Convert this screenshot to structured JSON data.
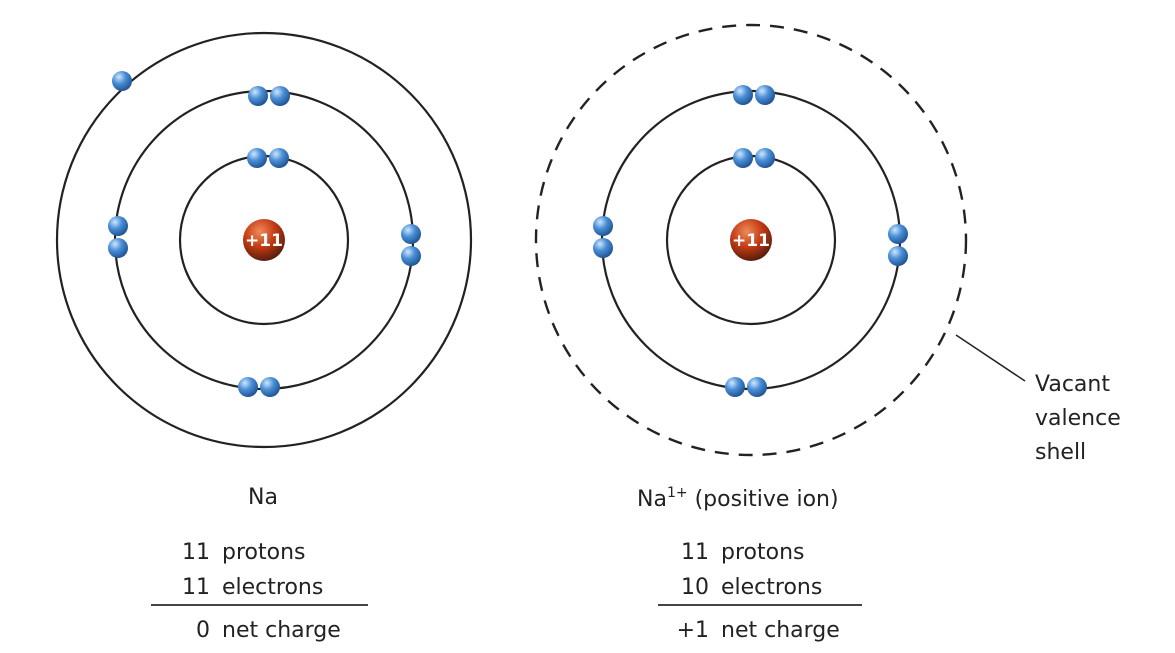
{
  "nucleus_charge": "+11",
  "colors": {
    "nucleus": "#c23a14",
    "electron": "#3b7fc9",
    "orbit": "#222222"
  },
  "neutral_atom": {
    "symbol": "Na",
    "shells": [
      2,
      8,
      1
    ],
    "protons_count": "11",
    "protons_label": "protons",
    "electrons_count": "11",
    "electrons_label": "electrons",
    "charge_value": "0",
    "charge_label": "net charge"
  },
  "ion": {
    "symbol": "Na",
    "superscript": "1+",
    "descriptor": "(positive ion)",
    "shells": [
      2,
      8,
      0
    ],
    "vacant_shell_style": "dashed",
    "protons_count": "11",
    "protons_label": "protons",
    "electrons_count": "10",
    "electrons_label": "electrons",
    "charge_value": "+1",
    "charge_label": "net charge"
  },
  "callout": {
    "line1": "Vacant",
    "line2": "valence",
    "line3": "shell"
  }
}
